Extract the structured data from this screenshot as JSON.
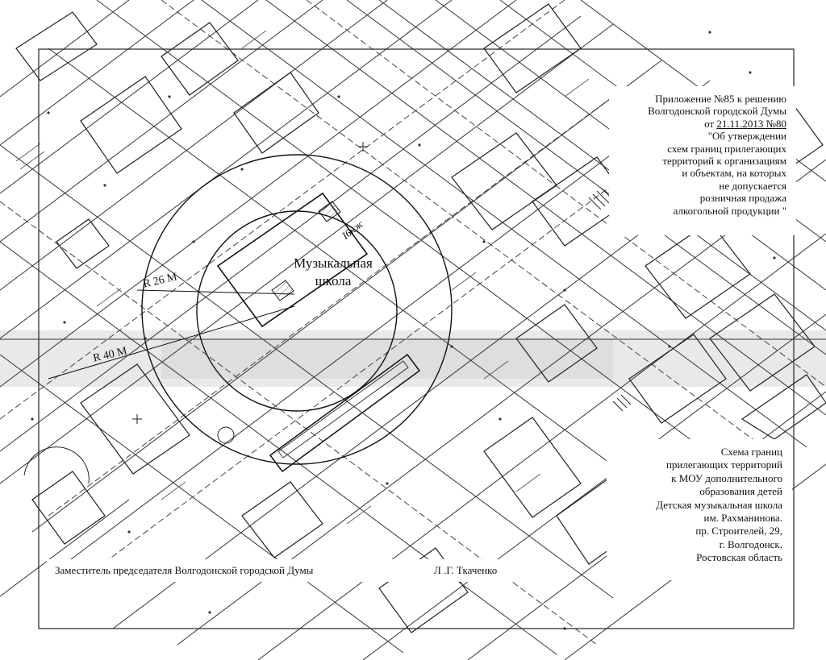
{
  "appendix": {
    "line1": "Приложение №85 к решению",
    "line2": "Волгодонской городской Думы",
    "date_prefix": "от ",
    "date": "21.11.2013 №80",
    "line4": "\"Об утверждении",
    "line5": "схем границ прилегающих",
    "line6": "территорий к организациям",
    "line7": "и объектам, на которых",
    "line8": "не допускается",
    "line9": "розничная продажа",
    "line10": "алкогольной продукции \""
  },
  "scheme": {
    "line1": "Схема границ",
    "line2": "прилегающих территорий",
    "line3": "к МОУ дополнительного",
    "line4": "образования детей",
    "line5": "Детская музыкальная школа",
    "line6": "им. Рахманинова.",
    "line7": "пр. Строителей, 29,",
    "line8": "г. Волгодонск,",
    "line9": "Ростовская область"
  },
  "signature": {
    "role": "Заместитель председателя Волгодонской городской Думы",
    "name": "Л .Г. Ткаченко"
  },
  "map": {
    "school_line1": "Музыкальная",
    "school_line2": "школа",
    "radius_small": "R 26 M",
    "radius_large": "R 40 M",
    "building_floors": "I6кж"
  }
}
